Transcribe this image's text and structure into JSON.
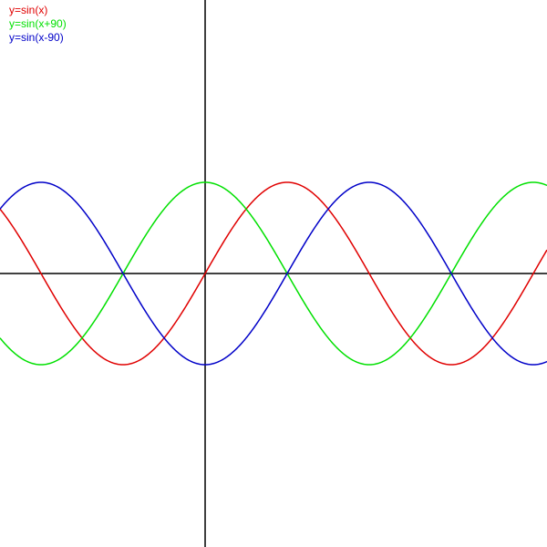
{
  "chart_data": {
    "type": "line",
    "x_unit": "degrees",
    "xlim": [
      -225,
      375
    ],
    "ylim": [
      -3,
      3
    ],
    "grid": false,
    "legend_position": "top-left",
    "series": [
      {
        "name": "y=sin(x)",
        "color": "#e00000",
        "function": "sin(x)",
        "phase_deg": 0
      },
      {
        "name": "y=sin(x+90)",
        "color": "#00e000",
        "function": "sin(x+90)",
        "phase_deg": 90
      },
      {
        "name": "y=sin(x-90)",
        "color": "#0000c8",
        "function": "sin(x-90)",
        "phase_deg": -90
      }
    ],
    "sample_step_deg": 1
  },
  "colors": {
    "axis": "#000000",
    "background": "#ffffff"
  }
}
